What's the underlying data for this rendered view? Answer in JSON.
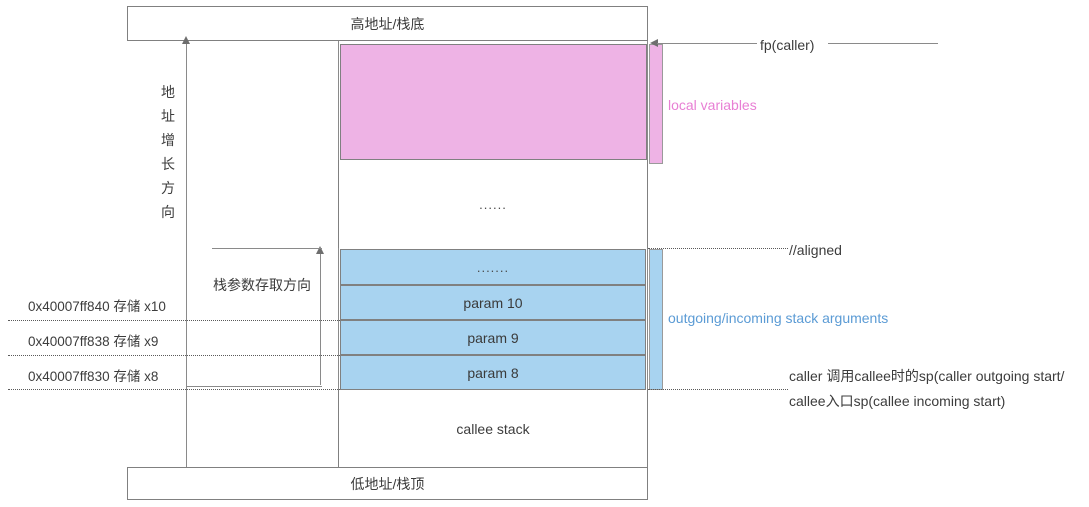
{
  "diagram": {
    "title_top": "高地址/栈底",
    "title_bottom": "低地址/栈顶",
    "growth_direction_label": "地址增长方向",
    "param_access_label": "栈参数存取方向",
    "middle_ellipsis": "......",
    "callee_stack_label": "callee stack",
    "stack_rows": [
      {
        "label": "......."
      },
      {
        "label": "param 10"
      },
      {
        "label": "param 9"
      },
      {
        "label": "param 8"
      }
    ],
    "addresses": [
      {
        "text": "0x40007ff840 存储 x10"
      },
      {
        "text": "0x40007ff838 存储 x9"
      },
      {
        "text": "0x40007ff830 存储 x8"
      }
    ],
    "annotations": {
      "fp_caller": "fp(caller)",
      "local_variables": "local variables",
      "aligned": "//aligned",
      "stack_arguments": "outgoing/incoming stack arguments",
      "sp_line1": "caller 调用callee时的sp(caller outgoing start/",
      "sp_line2": "callee入口sp(callee incoming start)"
    },
    "colors": {
      "local_variables_fill": "#eeb3e5",
      "stack_arguments_fill": "#a8d3f0",
      "border": "#808080",
      "pink_text": "#e87fd4",
      "blue_text": "#5b9bd5",
      "guide_line": "#8a8a8a"
    }
  }
}
